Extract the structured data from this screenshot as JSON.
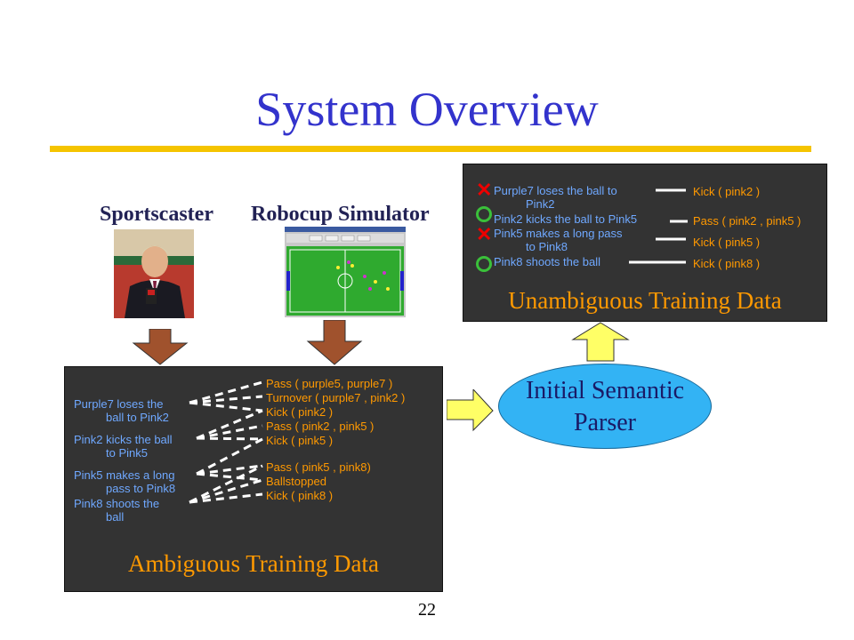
{
  "slide": {
    "title": "System Overview",
    "page_number": "22"
  },
  "sources": {
    "sportscaster_label": "Sportscaster",
    "simulator_label": "Robocup Simulator"
  },
  "ambiguous": {
    "title": "Ambiguous Training Data",
    "comments": [
      {
        "line1": "Purple7 loses the",
        "line2": "ball to Pink2"
      },
      {
        "line1": "Pink2 kicks the ball",
        "line2": "to Pink5"
      },
      {
        "line1": "Pink5 makes a long",
        "line2": "pass to Pink8"
      },
      {
        "line1": "Pink8 shoots the",
        "line2": "ball"
      }
    ],
    "events": [
      "Pass ( purple5, purple7 )",
      "Turnover ( purple7 , pink2 )",
      "Kick ( pink2 )",
      "Pass ( pink2 , pink5 )",
      "Kick ( pink5 )",
      "Pass ( pink5 , pink8)",
      "Ballstopped",
      "Kick ( pink8 )"
    ]
  },
  "parser": {
    "line1": "Initial Semantic",
    "line2": "Parser"
  },
  "unambiguous": {
    "title": "Unambiguous Training Data",
    "rows": [
      {
        "mark": "x",
        "comment1": "Purple7 loses the ball to",
        "comment2": "Pink2",
        "event": "Kick ( pink2 )"
      },
      {
        "mark": "o",
        "comment1": "Pink2 kicks the ball to Pink5",
        "comment2": "",
        "event": "Pass ( pink2 , pink5 )"
      },
      {
        "mark": "x",
        "comment1": "Pink5 makes a long pass",
        "comment2": "to Pink8",
        "event": "Kick ( pink5 )"
      },
      {
        "mark": "o",
        "comment1": "Pink8 shoots the ball",
        "comment2": "",
        "event": "Kick ( pink8 )"
      }
    ]
  },
  "colors": {
    "title_blue": "#3333cc",
    "rule_yellow": "#f5c400",
    "box_dark": "#333333",
    "comment_blue": "#6fa8ff",
    "event_orange": "#ff9900",
    "parser_blue": "#33b3f4",
    "arrow_brown": "#a0522d",
    "arrow_yellow": "#ffff66"
  }
}
